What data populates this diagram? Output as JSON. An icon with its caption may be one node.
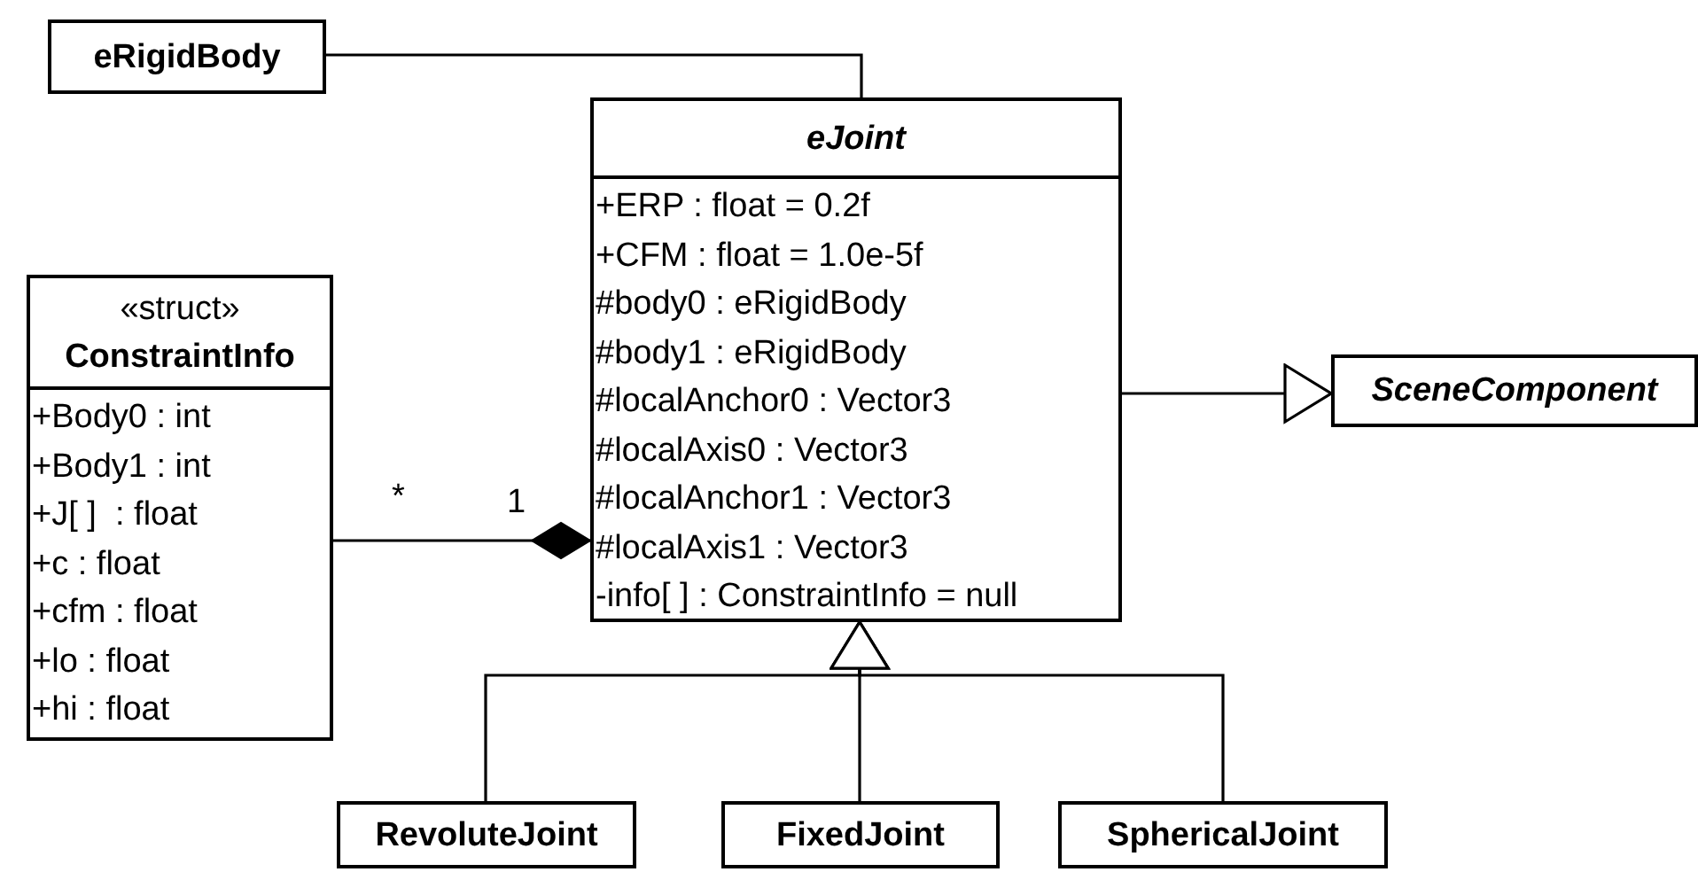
{
  "diagram": {
    "nodes": [
      {
        "text": [
          "eRigidBody"
        ]
      },
      {
        "text": [
          "eJoint",
          "+ERP : float = 0.2f",
          "+CFM : float = 1.0e-5f",
          "#body0 : eRigidBody",
          "#body1 : eRigidBody",
          "#localAnchor0 : Vector3",
          "#localAxis0 : Vector3",
          "#localAnchor1 : Vector3",
          "#localAxis1 : Vector3",
          "-info[ ] : ConstraintInfo = null"
        ]
      },
      {
        "text": [
          "SceneComponent"
        ]
      },
      {
        "text": [
          "«struct»",
          "ConstraintInfo",
          "+Body0 : int",
          "+Body1 : int",
          "+J[ ]  : float",
          "+c : float",
          "+cfm : float",
          "+lo : float",
          "+hi : float"
        ]
      },
      {
        "text": [
          "RevoluteJoint"
        ]
      },
      {
        "text": [
          "FixedJoint"
        ]
      },
      {
        "text": [
          "SphericalJoint"
        ]
      }
    ],
    "edges": [
      {
        "from": 0,
        "to": 1,
        "arrow": "none"
      },
      {
        "from": 1,
        "to": 2,
        "arrow": "to"
      },
      {
        "from": 3,
        "to": 1,
        "arrow": "other"
      },
      {
        "from": 4,
        "to": 1,
        "arrow": "to"
      },
      {
        "from": 5,
        "to": 1,
        "arrow": "to"
      },
      {
        "from": 6,
        "to": 1,
        "arrow": "to"
      }
    ],
    "labels": [
      "*",
      "1"
    ]
  }
}
